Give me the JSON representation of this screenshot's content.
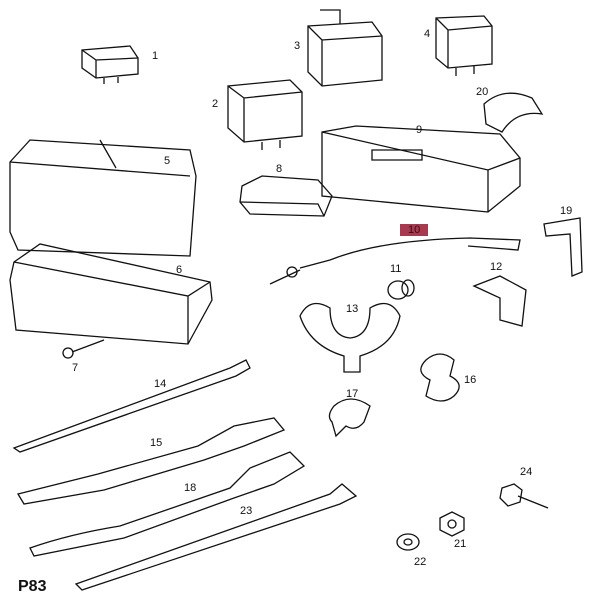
{
  "diagram": {
    "code": "P83",
    "highlight_color": "#a83a50",
    "highlighted_part": "10",
    "parts": [
      "1",
      "2",
      "3",
      "4",
      "5",
      "6",
      "7",
      "8",
      "9",
      "10",
      "11",
      "12",
      "13",
      "14",
      "15",
      "16",
      "17",
      "18",
      "19",
      "20",
      "21",
      "22",
      "23",
      "24"
    ]
  }
}
